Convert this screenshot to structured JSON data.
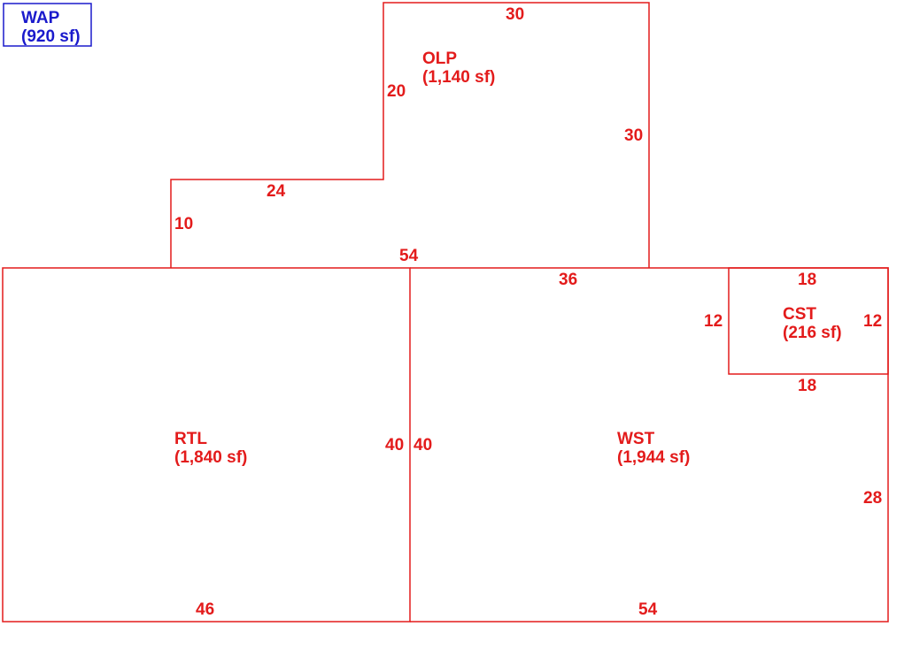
{
  "colors": {
    "outline": "#e31b1b",
    "legend": "#1a1acc",
    "background": "#ffffff"
  },
  "areas": {
    "wap": {
      "code": "WAP",
      "size": "(920 sf)"
    },
    "olp": {
      "code": "OLP",
      "size": "(1,140 sf)"
    },
    "cst": {
      "code": "CST",
      "size": "(216 sf)"
    },
    "rtl": {
      "code": "RTL",
      "size": "(1,840 sf)"
    },
    "wst": {
      "code": "WST",
      "size": "(1,944 sf)"
    }
  },
  "dimensions": {
    "olp_top": "30",
    "olp_left_upper": "20",
    "olp_right": "30",
    "olp_step_top": "24",
    "olp_left_lower": "10",
    "olp_bottom": "54",
    "wst_top": "36",
    "cst_top": "18",
    "cst_left": "12",
    "cst_right": "12",
    "cst_bottom": "18",
    "rtl_right": "40",
    "wst_left": "40",
    "wst_right": "28",
    "rtl_bottom": "46",
    "wst_bottom": "54"
  }
}
